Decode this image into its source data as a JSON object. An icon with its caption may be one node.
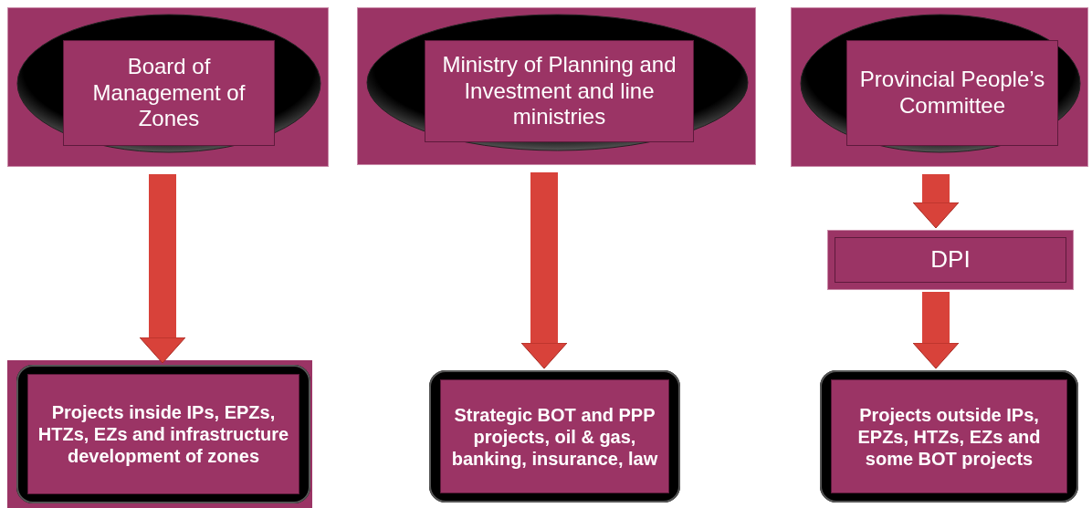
{
  "diagram": {
    "nodes": [
      {
        "text": [
          "Board of Management of Zones"
        ]
      },
      {
        "text": [
          "Ministry of Planning and Investment and line ministries"
        ]
      },
      {
        "text": [
          "Provincial People’s Committee"
        ]
      },
      {
        "text": [
          "DPI"
        ]
      },
      {
        "text": [
          "Projects inside IPs, EPZs, HTZs, EZs and infrastructure development of zones"
        ]
      },
      {
        "text": [
          "Strategic BOT and PPP projects, oil & gas, banking, insurance, law"
        ]
      },
      {
        "text": [
          "Projects outside IPs, EPZs, HTZs, EZs and some BOT projects"
        ]
      }
    ],
    "edges": [
      {
        "from": 0,
        "to": 4,
        "arrow": "to"
      },
      {
        "from": 1,
        "to": 5,
        "arrow": "to"
      },
      {
        "from": 2,
        "to": 3,
        "arrow": "to"
      },
      {
        "from": 3,
        "to": 6,
        "arrow": "to"
      }
    ]
  }
}
